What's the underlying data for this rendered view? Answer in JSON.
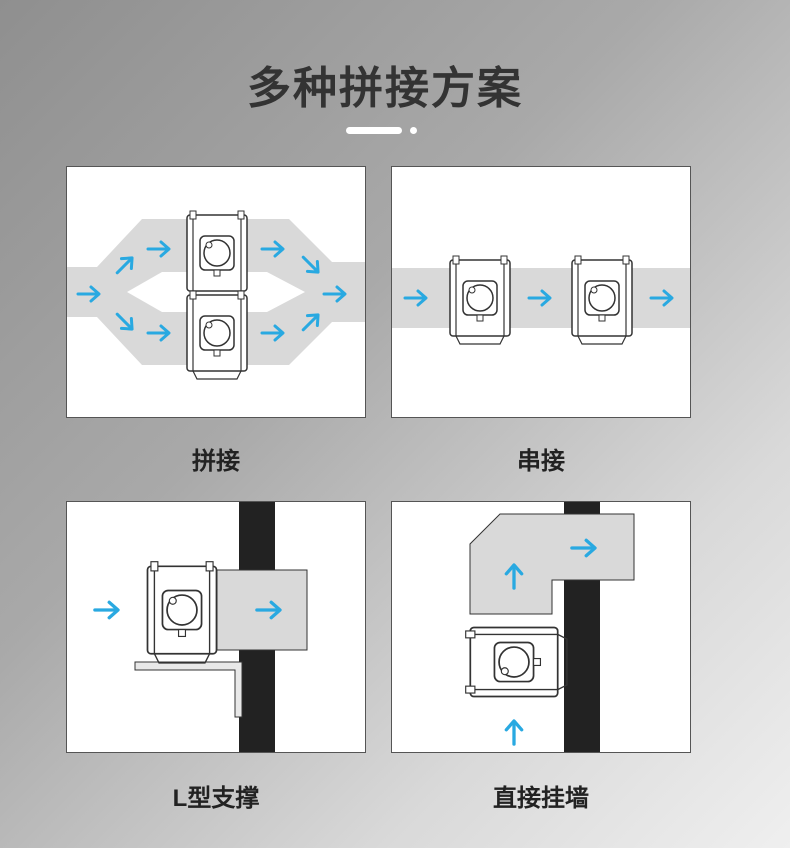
{
  "page": {
    "title": "多种拼接方案"
  },
  "panels": [
    {
      "caption": "拼接",
      "scheme": "parallel"
    },
    {
      "caption": "串接",
      "scheme": "series"
    },
    {
      "caption": "L型支撑",
      "scheme": "l-bracket"
    },
    {
      "caption": "直接挂墙",
      "scheme": "wall-mount"
    }
  ],
  "colors": {
    "arrow": "#29a9e1",
    "duct": "#d9d9d9",
    "wall": "#222222",
    "title": "#333333"
  },
  "icons": [
    "flow-arrow-icon",
    "fan-unit-icon"
  ]
}
